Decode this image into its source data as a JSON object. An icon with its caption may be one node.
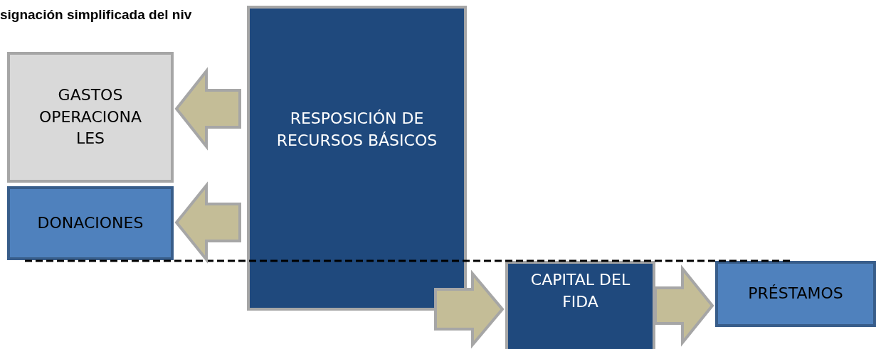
{
  "diagram": {
    "title": "signación simplificada del niv",
    "nodes": [
      {
        "text": [
          "GASTOS OPERACIONA LES"
        ]
      },
      {
        "text": [
          "DONACIONES"
        ]
      },
      {
        "text": [
          "RESPOSICIÓN DE RECURSOS BÁSICOS"
        ]
      },
      {
        "text": [
          "CAPITAL DEL FIDA"
        ]
      },
      {
        "text": [
          "PRÉSTAMOS"
        ]
      }
    ],
    "edges": [
      {
        "from": 2,
        "to": 0,
        "arrow": "to"
      },
      {
        "from": 2,
        "to": 1,
        "arrow": "to"
      },
      {
        "from": 2,
        "to": 3,
        "arrow": "to"
      },
      {
        "from": 3,
        "to": 4,
        "arrow": "to"
      }
    ]
  }
}
